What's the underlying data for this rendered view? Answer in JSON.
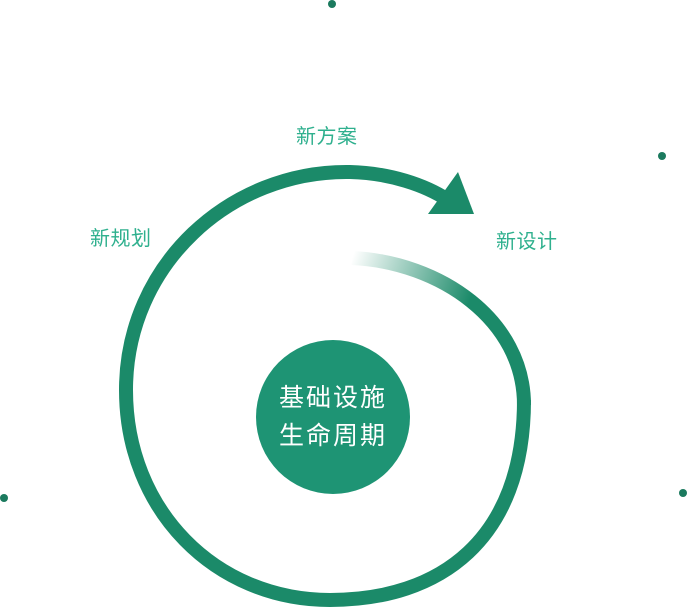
{
  "center": {
    "line1": "基础设施",
    "line2": "生命周期"
  },
  "stages": {
    "planning": "新规划",
    "scheme": "新方案",
    "design": "新设计"
  },
  "colors": {
    "ring": "#1b8a69",
    "center_fill": "#1e9474",
    "label": "#2fb08e",
    "dot": "#1b7a5e"
  }
}
